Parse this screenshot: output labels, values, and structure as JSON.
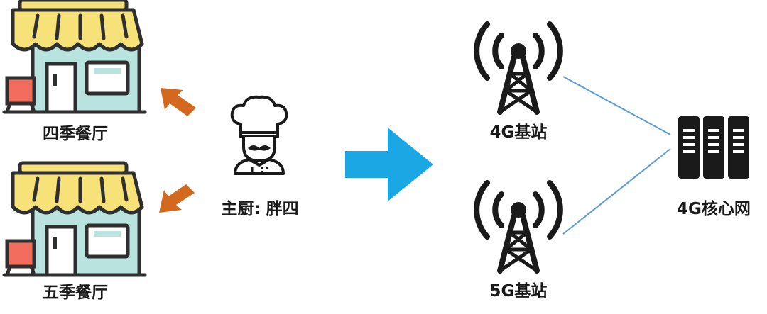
{
  "shops": [
    {
      "label": "四季餐厅",
      "icon": "restaurant-storefront-icon"
    },
    {
      "label": "五季餐厅",
      "icon": "restaurant-storefront-icon"
    }
  ],
  "chef": {
    "label": "主厨: 胖四",
    "icon": "chef-icon"
  },
  "stations": [
    {
      "label": "4G基站",
      "icon": "cell-tower-icon"
    },
    {
      "label": "5G基站",
      "icon": "cell-tower-icon"
    }
  ],
  "core": {
    "label": "4G核心网",
    "icon": "server-rack-icon"
  },
  "colors": {
    "awning_yellow": "#f7e27a",
    "shop_wall": "#b9e3df",
    "shop_accent": "#f26d5b",
    "outline": "#2f2f2f",
    "orange_arrow": "#d2691e",
    "blue_arrow": "#1aa7e4",
    "connector_line": "#5b9bd5",
    "dark_icon": "#1a1a1a"
  }
}
